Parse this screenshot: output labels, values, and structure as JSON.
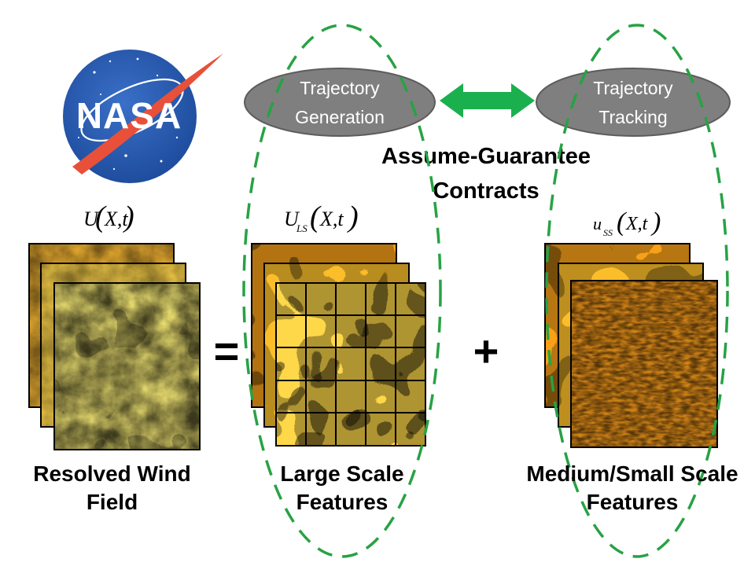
{
  "logo": {
    "text": "NASA",
    "colors": {
      "disc": "#2b5db3",
      "chevron": "#e8503a",
      "stars": "#ffffff"
    }
  },
  "top": {
    "generation": {
      "line1": "Trajectory",
      "line2": "Generation"
    },
    "tracking": {
      "line1": "Trajectory",
      "line2": "Tracking"
    },
    "link_icon": "double-arrow-icon",
    "contracts": {
      "line1": "Assume-Guarantee",
      "line2": "Contracts"
    }
  },
  "formulas": {
    "resolved": {
      "symbol": "U",
      "sub": "",
      "args": "X,t"
    },
    "large": {
      "symbol": "U",
      "sub": "LS",
      "args": "X,t"
    },
    "small": {
      "symbol": "u",
      "sub": "SS",
      "args": "X,t"
    }
  },
  "operators": {
    "equals": "=",
    "plus": "+"
  },
  "captions": {
    "resolved": {
      "line1": "Resolved Wind",
      "line2": "Field"
    },
    "large": {
      "line1": "Large Scale",
      "line2": "Features"
    },
    "small": {
      "line1": "Medium/Small Scale",
      "line2": "Features"
    }
  },
  "colors": {
    "pill": "#7f7f7f",
    "arrow": "#1ab04e",
    "dashed": "#27a244",
    "heat_low": "#fff58a",
    "heat_mid": "#f9a018",
    "heat_high": "#c8140c",
    "heat_dark": "#3a0a08"
  }
}
